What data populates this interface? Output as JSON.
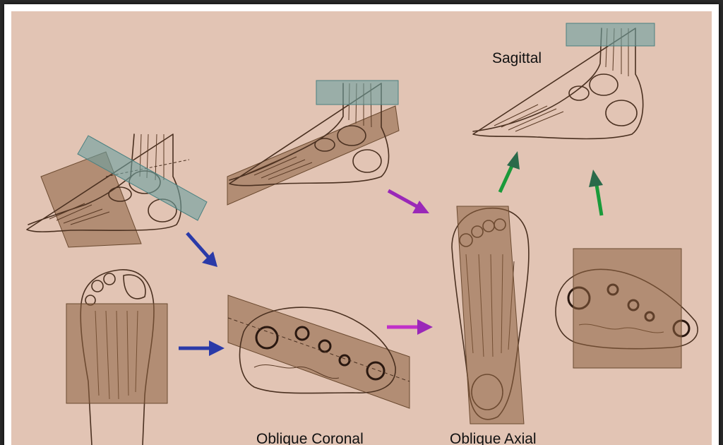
{
  "labels": {
    "sagittal": "Sagittal",
    "oblique_coronal": "Oblique Coronal",
    "oblique_axial": "Oblique Axial"
  },
  "colors": {
    "background": "#e2c4b4",
    "plane_brown": "#8a6040",
    "plane_teal": "#6aa0a0",
    "arrow_blue": "#2a3aa8",
    "arrow_magenta": "#b030c0",
    "arrow_green": "#1a8a3a"
  },
  "icons": [
    "foot-sagittal-illustration",
    "foot-plantar-illustration",
    "foot-cross-section-illustration"
  ]
}
